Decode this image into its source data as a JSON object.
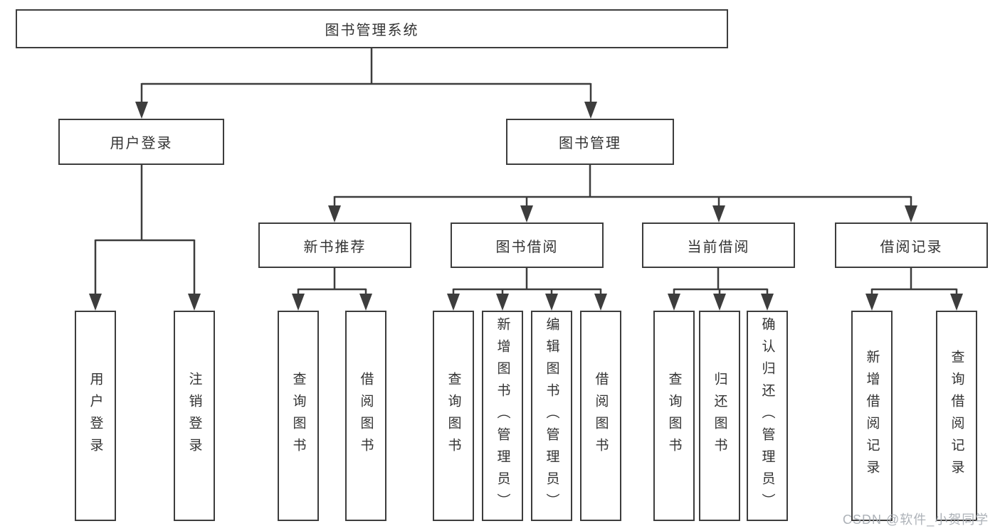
{
  "diagram": {
    "root": {
      "label": "图书管理系统"
    },
    "level2": [
      {
        "label": "用户登录"
      },
      {
        "label": "图书管理"
      }
    ],
    "level3": [
      {
        "label": "新书推荐"
      },
      {
        "label": "图书借阅"
      },
      {
        "label": "当前借阅"
      },
      {
        "label": "借阅记录"
      }
    ],
    "leaves": [
      {
        "label": "用户登录"
      },
      {
        "label": "注销登录"
      },
      {
        "label": "查询图书"
      },
      {
        "label": "借阅图书"
      },
      {
        "label": "查询图书"
      },
      {
        "label": "新增图书（管理员）"
      },
      {
        "label": "编辑图书（管理员）"
      },
      {
        "label": "借阅图书"
      },
      {
        "label": "查询图书"
      },
      {
        "label": "归还图书"
      },
      {
        "label": "确认归还（管理员）"
      },
      {
        "label": "新增借阅记录"
      },
      {
        "label": "查询借阅记录"
      }
    ],
    "colors": {
      "line": "#3d3d3d",
      "text": "#333333",
      "background": "#ffffff",
      "watermark": "#a4aab0"
    }
  },
  "watermark": {
    "text": "CSDN @软件_小贺同学"
  }
}
